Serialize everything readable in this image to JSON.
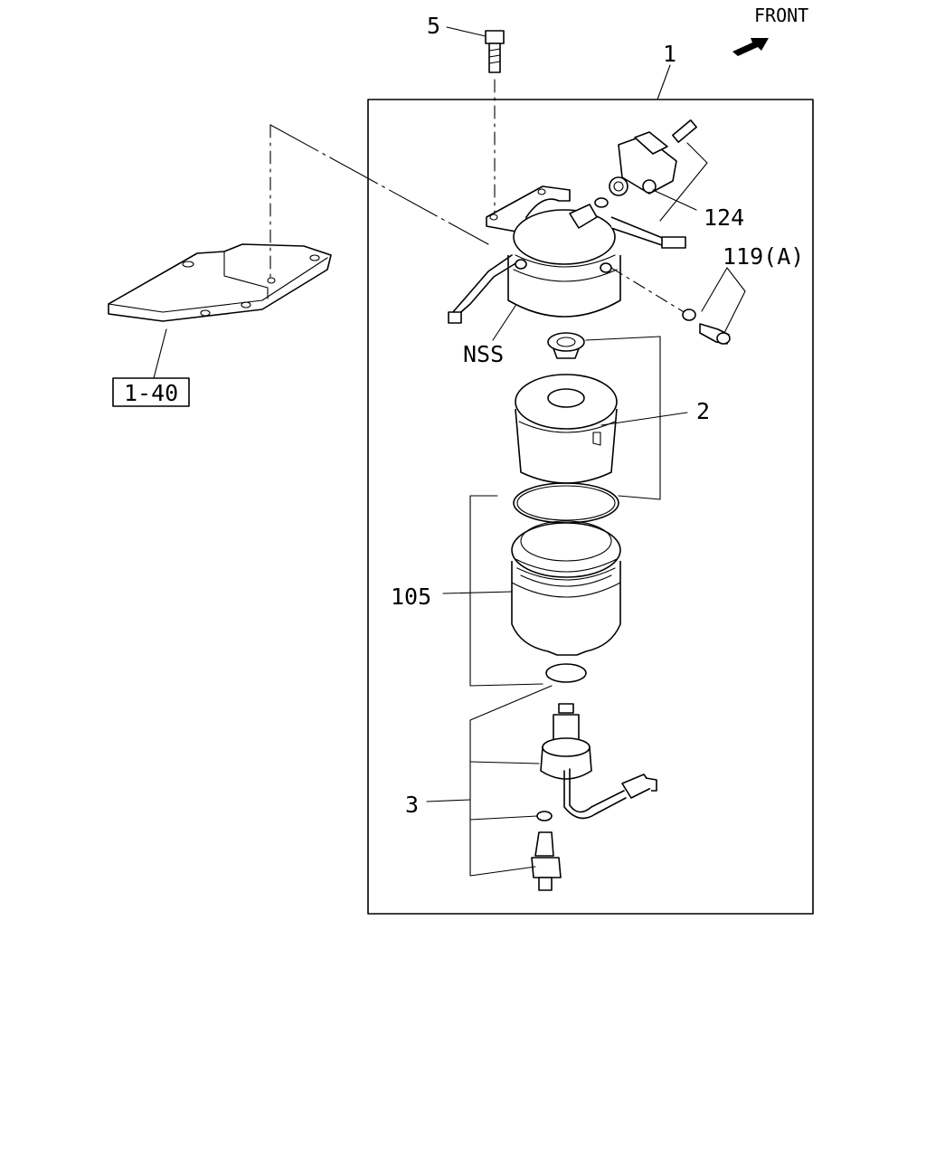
{
  "direction_label": "FRONT",
  "callouts": {
    "assembly": "1",
    "filter_element": "2",
    "sensor": "3",
    "bolt": "5",
    "bowl": "105",
    "pump_set": "124",
    "fitting": "119(A)",
    "not_serviced": "NSS",
    "reference": "1-40"
  }
}
